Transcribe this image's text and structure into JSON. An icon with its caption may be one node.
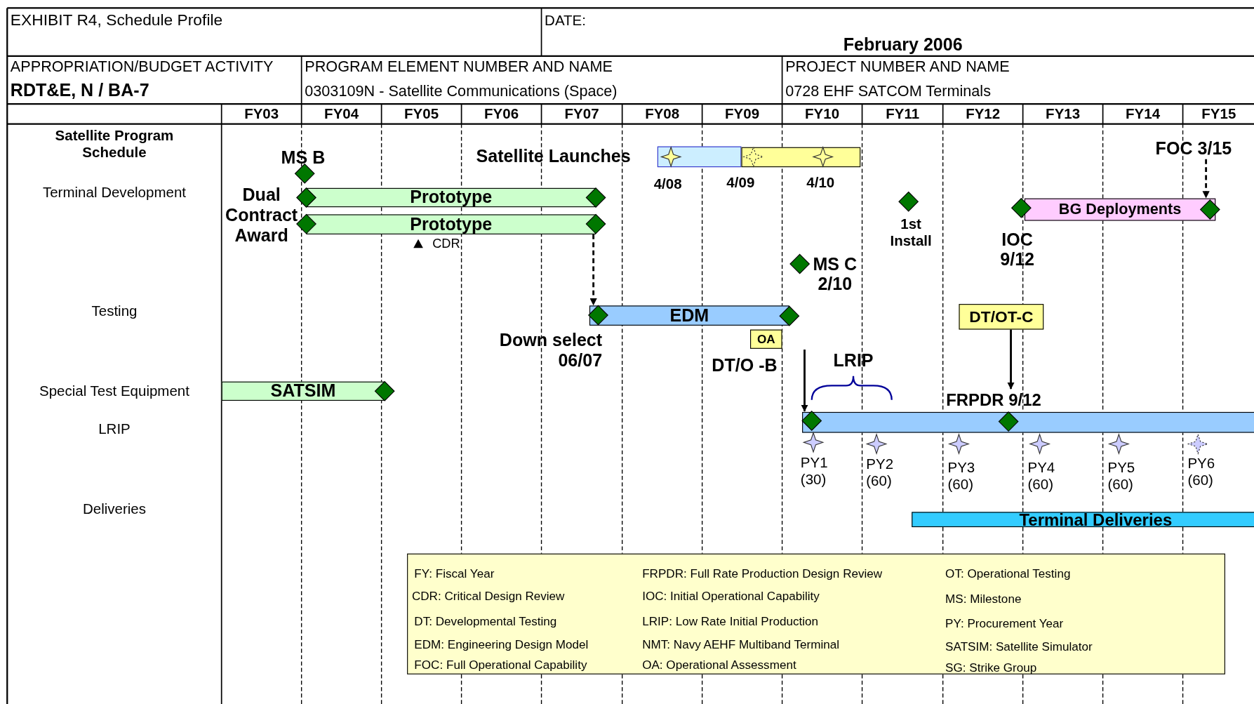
{
  "diagram": {
    "title": "EXHIBIT R4, Schedule Profile",
    "nodes": [
      {
        "text": [],
        "shape": "bar"
      },
      {
        "text": [],
        "shape": "bar"
      },
      {
        "text": [
          "FOC 3/15"
        ]
      },
      {
        "text": [
          "Prototype"
        ]
      },
      {
        "text": [
          "BG Deployments"
        ]
      },
      {
        "text": [
          "Prototype"
        ]
      },
      {
        "text": [
          "EDM"
        ]
      },
      {
        "text": [
          "DT/OT-C"
        ]
      },
      {
        "text": [
          "OA"
        ]
      },
      {
        "text": [
          "SATSIM"
        ]
      },
      {
        "text": [
          "FRPDR 9/12"
        ]
      },
      {
        "text": [],
        "shape": "bar"
      },
      {
        "text": [
          "Terminal Deliveries"
        ]
      }
    ],
    "edges": [
      {
        "from": 5,
        "to": 6,
        "arrow": "to",
        "style": "dashed"
      },
      {
        "from": 2,
        "to": 4,
        "arrow": "to",
        "style": "dashed"
      },
      {
        "from": null,
        "to": 11,
        "arrow": "to"
      },
      {
        "from": 7,
        "to": 10,
        "arrow": "to"
      }
    ],
    "labels": [
      "DATE:",
      "February 2006",
      "APPROPRIATION/BUDGET ACTIVITY",
      "PROGRAM ELEMENT NUMBER AND NAME",
      "PROJECT NUMBER AND NAME",
      "RDT&E, N / BA-7",
      "0303109N - Satellite Communications (Space)",
      "0728 EHF SATCOM Terminals",
      "FY03",
      "FY04",
      "FY05",
      "FY06",
      "FY07",
      "FY08",
      "FY09",
      "FY10",
      "FY11",
      "FY12",
      "FY13",
      "FY14",
      "FY15",
      "Satellite Program Schedule",
      "Terminal Development",
      "MS B",
      "Satellite Launches",
      "Dual Contract Award",
      "CDR",
      "4/08",
      "4/09",
      "4/10",
      "1st Install",
      "IOC 9/12",
      "MS C 2/10",
      "Testing",
      "Down select 06/07",
      "DT/O -B",
      "LRIP",
      "Special Test Equipment",
      "LRIP",
      "PY1 (30)",
      "PY2 (60)",
      "PY3 (60)",
      "PY4 (60)",
      "PY5 (60)",
      "PY6 (60)",
      "Deliveries",
      "FY: Fiscal Year",
      "FRPDR: Full Rate Production Design Review",
      "OT: Operational Testing",
      "CDR: Critical Design Review",
      "IOC: Initial Operational Capability",
      "MS: Milestone",
      "DT: Developmental Testing",
      "LRIP: Low Rate Initial Production",
      "PY: Procurement Year",
      "EDM: Engineering Design Model",
      "NMT: Navy AEHF Multiband Terminal",
      "SATSIM: Satellite Simulator",
      "FOC: Full Operational Capability",
      "OA: Operational Assessment",
      "SG: Strike Group"
    ]
  }
}
